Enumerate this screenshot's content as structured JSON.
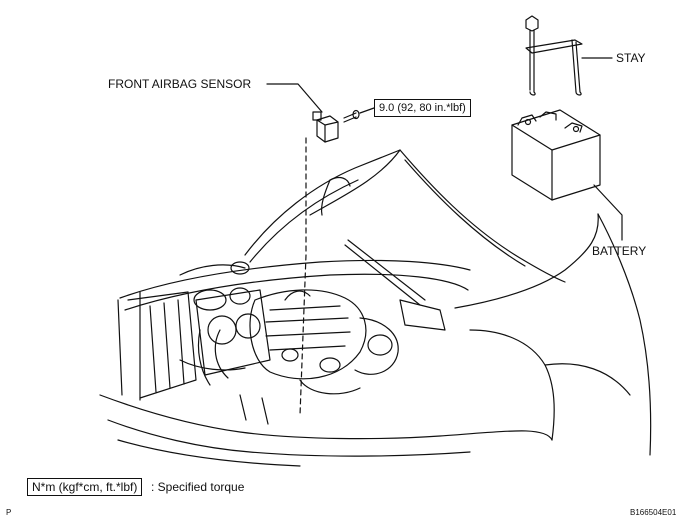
{
  "labels": {
    "front_airbag_sensor": "FRONT AIRBAG SENSOR",
    "stay": "STAY",
    "battery": "BATTERY",
    "torque_value": "9.0 (92, 80 in.*lbf)"
  },
  "legend": {
    "unit_box": "N*m (kgf*cm, ft.*lbf)",
    "description": ": Specified torque"
  },
  "footer": {
    "left_code": "P",
    "right_code": "B166504E01"
  }
}
